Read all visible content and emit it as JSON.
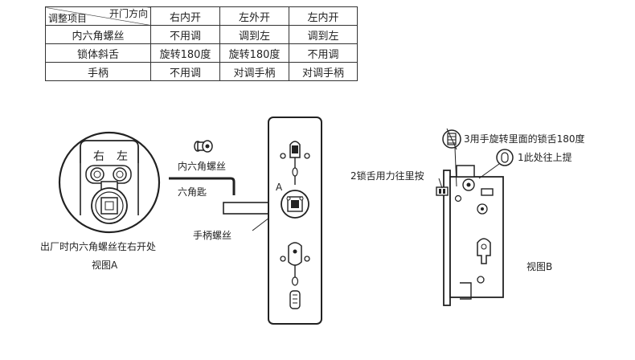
{
  "table": {
    "corner_top": "开门方向",
    "corner_bottom": "调整项目",
    "columns": [
      "右内开",
      "左外开",
      "左内开"
    ],
    "rows": [
      {
        "label": "内六角螺丝",
        "values": [
          "不用调",
          "调到左",
          "调到左"
        ]
      },
      {
        "label": "锁体斜舌",
        "values": [
          "旋转180度",
          "旋转180度",
          "不用调"
        ]
      },
      {
        "label": "手柄",
        "values": [
          "不用调",
          "对调手柄",
          "对调手柄"
        ]
      }
    ]
  },
  "view_a": {
    "right_char": "右",
    "left_char": "左",
    "note": "出厂时内六角螺丝在右开处",
    "caption": "视图A"
  },
  "parts": {
    "screw_label": "内六角螺丝",
    "key_label": "六角匙",
    "handle_screw_label": "手柄螺丝",
    "marker_a": "A"
  },
  "view_b": {
    "step3": "3用手旋转里面的锁舌180度",
    "step1": "1此处往上提",
    "step2": "2锁舌用力往里按",
    "caption": "视图B"
  }
}
